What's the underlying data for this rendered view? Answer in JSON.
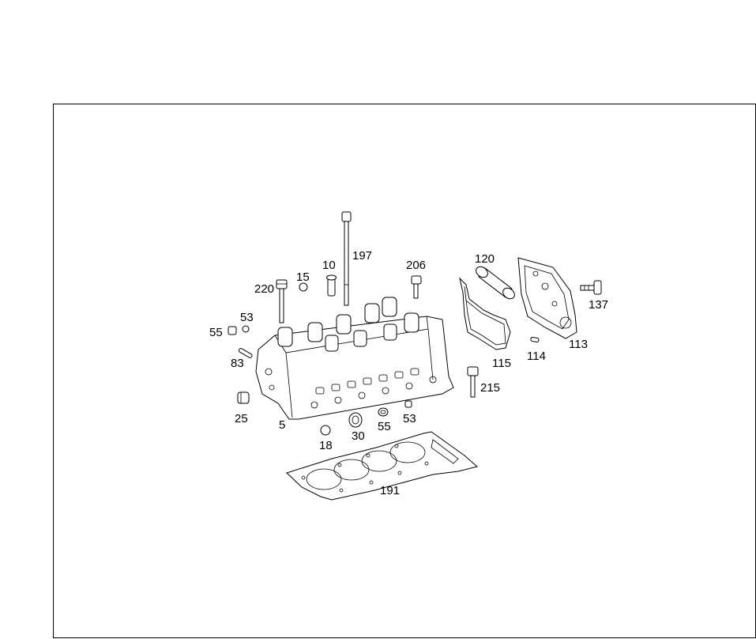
{
  "diagram": {
    "callouts": {
      "c197": "197",
      "c10": "10",
      "c206": "206",
      "c120": "120",
      "c220": "220",
      "c15": "15",
      "c137": "137",
      "c53a": "53",
      "c55a": "55",
      "c113": "113",
      "c114": "114",
      "c83": "83",
      "c115": "115",
      "c215": "215",
      "c25": "25",
      "c53b": "53",
      "c5": "5",
      "c30": "30",
      "c55b": "55",
      "c18": "18",
      "c191": "191"
    },
    "colors": {
      "line": "#000000",
      "background": "#ffffff"
    }
  }
}
